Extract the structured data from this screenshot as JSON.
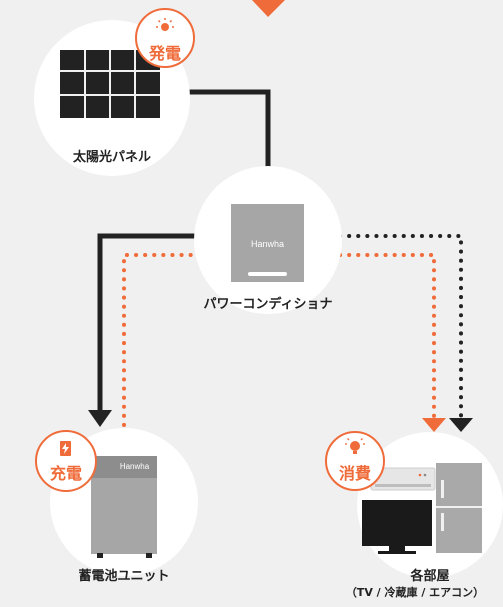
{
  "nodes": {
    "solar": {
      "label": "太陽光パネル"
    },
    "inverter": {
      "label": "パワーコンディショナ",
      "brand": "Hanwha"
    },
    "battery": {
      "label": "蓄電池ユニット",
      "brand": "Hanwha"
    },
    "rooms": {
      "label": "各部屋",
      "sublabel": "（TV / 冷蔵庫 / エアコン）"
    }
  },
  "badges": {
    "generation": "発電",
    "charge": "充電",
    "consumption": "消費"
  },
  "colors": {
    "background": "#f0f0f0",
    "accent": "#ef6c3a",
    "line": "#222222",
    "device_gray": "#a6a6a6"
  },
  "icons": {
    "generation": "sun-icon",
    "charge": "battery-bolt-icon",
    "consumption": "lightbulb-icon"
  }
}
